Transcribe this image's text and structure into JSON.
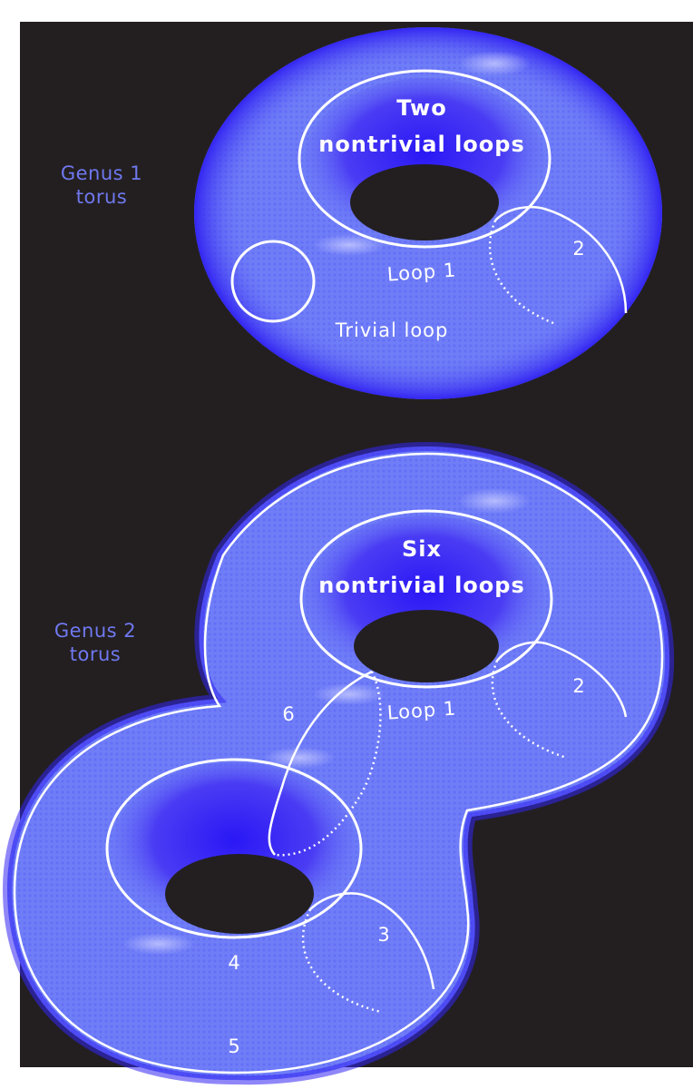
{
  "colors": {
    "background": "#231f20",
    "torus_fill": "#6f7ef7",
    "torus_deep": "#3a2cf2",
    "loop_stroke": "#ffffff",
    "label_side": "#6f78ef",
    "label_on_surface": "#ffffff"
  },
  "genus1": {
    "side_label_line1": "Genus 1",
    "side_label_line2": "torus",
    "center_line1": "Two",
    "center_line2": "nontrivial loops",
    "loop1": "Loop 1",
    "loop2": "2",
    "trivial": "Trivial loop"
  },
  "genus2": {
    "side_label_line1": "Genus 2",
    "side_label_line2": "torus",
    "center_line1": "Six",
    "center_line2": "nontrivial loops",
    "loop1": "Loop 1",
    "loop2": "2",
    "loop3": "3",
    "loop4": "4",
    "loop5": "5",
    "loop6": "6"
  }
}
